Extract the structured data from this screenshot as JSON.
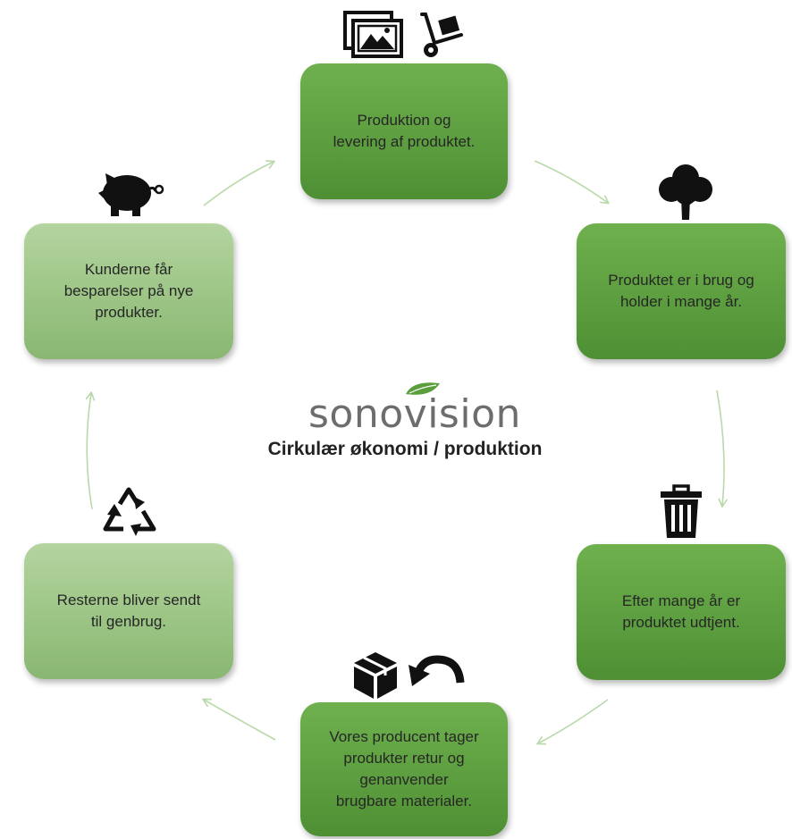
{
  "logo": {
    "text": "sonovision"
  },
  "subtitle": "Cirkulær økonomi / produktion",
  "steps": [
    {
      "text": "Produktion og\nlevering af produktet.",
      "icons": [
        "picture-frames-icon",
        "hand-truck-icon"
      ]
    },
    {
      "text": "Produktet er i brug og\nholder i mange år.",
      "icons": [
        "tree-icon"
      ]
    },
    {
      "text": "Efter mange år er\nproduktet udtjent.",
      "icons": [
        "trash-can-icon"
      ]
    },
    {
      "text": "Vores producent tager\nprodukter retur og\ngenanvender\nbrugbare materialer.",
      "icons": [
        "package-icon",
        "return-arrow-icon"
      ]
    },
    {
      "text": "Resterne bliver sendt\ntil genbrug.",
      "icons": [
        "recycle-icon"
      ]
    },
    {
      "text": "Kunderne får\nbesparelser på nye\nprodukter.",
      "icons": [
        "piggy-bank-icon"
      ]
    }
  ],
  "colors": {
    "box_dark": "#5d9f40",
    "box_light": "#9cc585",
    "arrow": "#b9d9aa",
    "logo_text": "#6d6d6d",
    "logo_leaf": "#5a9e3c"
  }
}
